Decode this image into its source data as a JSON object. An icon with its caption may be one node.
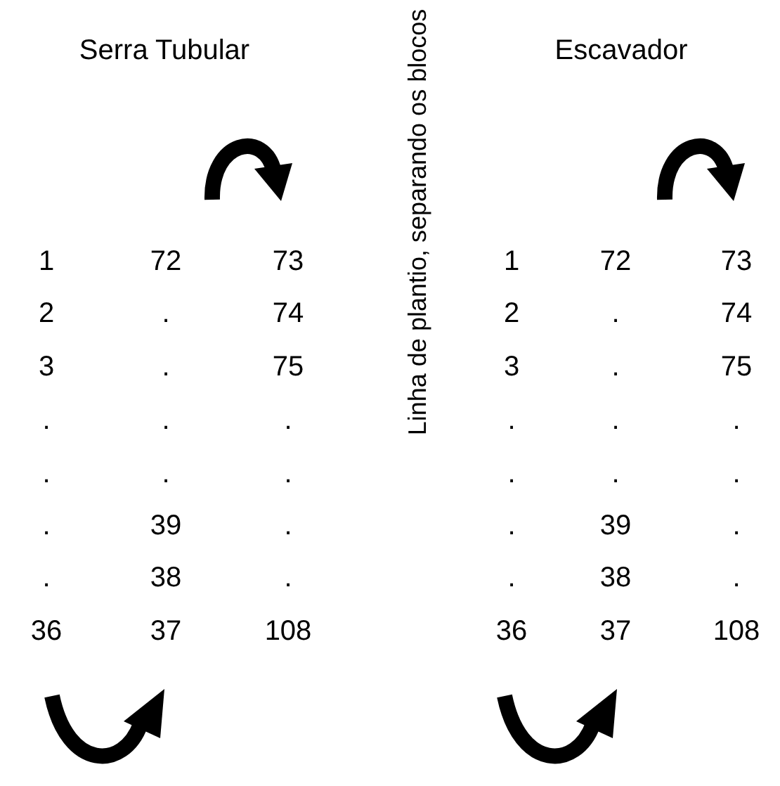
{
  "diagram": {
    "labels": [
      "Serra Tubular",
      "Escavador",
      "Linha de plantio, separando os blocos",
      "1",
      "72",
      "73",
      "2",
      ".",
      "74",
      "3",
      ".",
      "75",
      ".",
      ".",
      ".",
      ".",
      ".",
      ".",
      ".",
      "39",
      ".",
      ".",
      "38",
      ".",
      "36",
      "37",
      "108",
      "1",
      "72",
      "73",
      "2",
      ".",
      "74",
      "3",
      ".",
      "75",
      ".",
      ".",
      ".",
      ".",
      ".",
      ".",
      ".",
      "39",
      ".",
      ".",
      "38",
      ".",
      "36",
      "37",
      "108"
    ]
  }
}
